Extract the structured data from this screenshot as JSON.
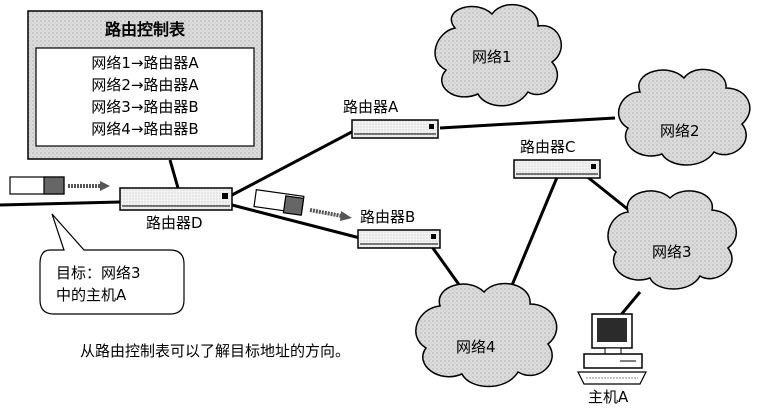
{
  "routing_table": {
    "title": "路由控制表",
    "rows": [
      "网络1→路由器A",
      "网络2→路由器A",
      "网络3→路由器B",
      "网络4→路由器B"
    ]
  },
  "routers": {
    "a": "路由器A",
    "b": "路由器B",
    "c": "路由器C",
    "d": "路由器D"
  },
  "networks": {
    "n1": "网络1",
    "n2": "网络2",
    "n3": "网络3",
    "n4": "网络4"
  },
  "host": {
    "label": "主机A"
  },
  "callout": {
    "line1": "目标：网络3",
    "line2": "中的主机A"
  },
  "caption": "从路由控制表可以了解目标地址的方向。"
}
